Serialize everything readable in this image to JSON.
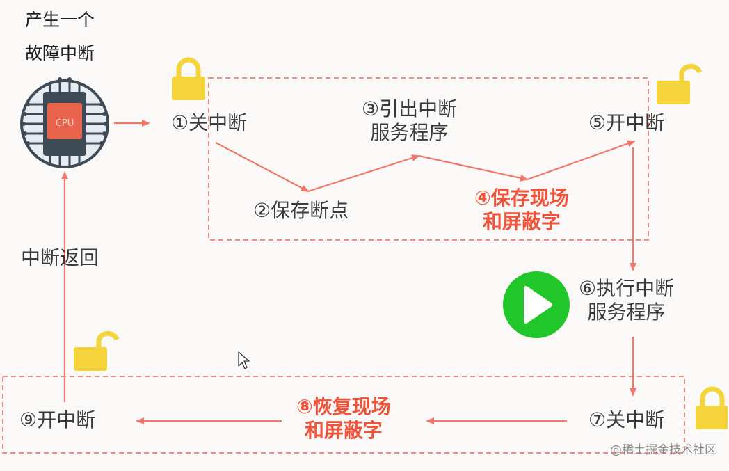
{
  "diagram": {
    "start_label_line1": "产生一个",
    "start_label_line2": "故障中断",
    "steps": [
      {
        "id": "1",
        "text": "①关中断"
      },
      {
        "id": "2",
        "text": "②保存断点"
      },
      {
        "id": "3",
        "line1": "③引出中断",
        "line2": "服务程序"
      },
      {
        "id": "4",
        "line1": "④保存现场",
        "line2": "和屏蔽字"
      },
      {
        "id": "5",
        "text": "⑤开中断"
      },
      {
        "id": "6",
        "line1": "⑥执行中断",
        "line2": "服务程序"
      },
      {
        "id": "7",
        "text": "⑦关中断"
      },
      {
        "id": "8",
        "line1": "⑧恢复现场",
        "line2": "和屏蔽字"
      },
      {
        "id": "9",
        "text": "⑨开中断"
      }
    ],
    "return_label": "中断返回",
    "cpu_label": "CPU",
    "watermark": "@稀土掘金技术社区"
  },
  "colors": {
    "arrow": "#f0786a",
    "dashed_box": "#ef8a80",
    "highlight_text": "#f0533a",
    "lock": "#f4d43a",
    "play_button": "#21c72a",
    "cpu_chip": "#e9644c"
  },
  "icons": [
    "cpu-chip-icon",
    "lock-closed-icon",
    "lock-open-icon",
    "play-icon",
    "mouse-cursor-icon"
  ]
}
